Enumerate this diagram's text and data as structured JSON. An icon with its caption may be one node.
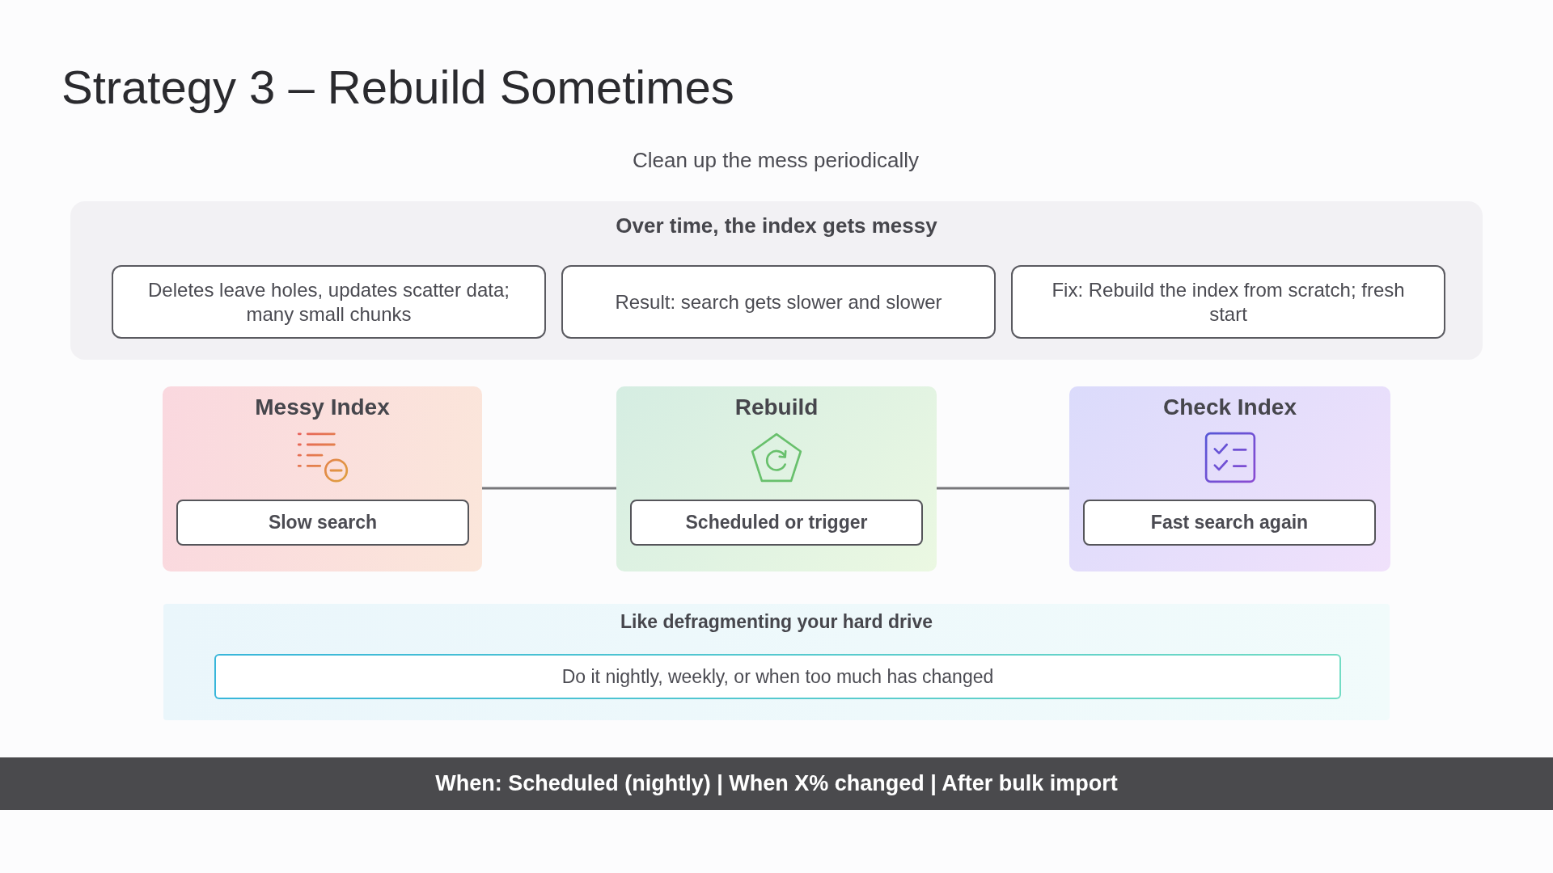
{
  "diagram": {
    "title": "Strategy 3 – Rebuild Sometimes",
    "nodes": [
      {
        "text": [
          "Over time, the index gets messy"
        ]
      },
      {
        "text": [
          "Deletes leave holes, updates scatter data; many small chunks"
        ],
        "in": 0
      },
      {
        "text": [
          "Result: search gets slower and slower"
        ],
        "in": 0
      },
      {
        "text": [
          "Fix: Rebuild the index from scratch; fresh start"
        ],
        "in": 0
      },
      {
        "text": [
          "Messy Index"
        ]
      },
      {
        "text": [
          "Slow search"
        ],
        "in": 4
      },
      {
        "text": [
          "Rebuild"
        ]
      },
      {
        "text": [
          "Scheduled or trigger"
        ],
        "in": 6
      },
      {
        "text": [
          "Check Index"
        ]
      },
      {
        "text": [
          "Fast search again"
        ],
        "in": 8
      },
      {
        "text": [
          "Like defragmenting your hard drive"
        ]
      },
      {
        "text": [
          "Do it nightly, weekly, or when too much has changed"
        ],
        "in": 10
      },
      {
        "text": [
          "When: Scheduled (nightly) | When X% changed | After bulk import"
        ]
      }
    ],
    "edges": [
      {
        "from": 4,
        "to": 6,
        "arrow": "none"
      },
      {
        "from": 6,
        "to": 8,
        "arrow": "none"
      }
    ],
    "labels": [
      "Clean up the mess periodically"
    ]
  }
}
